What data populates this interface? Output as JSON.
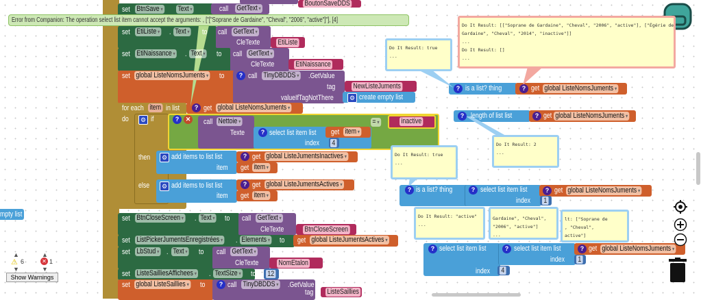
{
  "error_tooltip": "Error from Companion: The operation select list item cannot accept the arguments: , [\"[\"Soprane de Gardaine\", \"Cheval\", \"2006\", \"active\"]\"], [4]",
  "kw": {
    "set": "set",
    "to": "to",
    "call": "call",
    "get": "get",
    "dot": ".",
    "cletexte": "CleTexte",
    "tag": "tag",
    "valueIfTagNotThere": "valueIfTagNotThere",
    "for_each": "for each",
    "in_list": "in list",
    "do": "do",
    "if": "if",
    "then": "then",
    "else": "else",
    "texte": "Texte",
    "select_list_item": "select list item  list",
    "index": "index",
    "add_items": "add items to list   list",
    "item": "item",
    "is_a_list": "is a list?  thing",
    "length_of_list": "length of list   list",
    "create_empty_list": "create empty list",
    "getvalue": ".GetValue",
    "eq": "="
  },
  "rows": {
    "btnsave": {
      "component": "BtnSave",
      "prop": "Text",
      "proc": "GetText",
      "top_string": "BoutonSaveDDS"
    },
    "etiliste": {
      "component": "EtiListe",
      "prop": "Text",
      "proc": "GetText",
      "string": "EtiListe"
    },
    "etinaissance": {
      "component": "EtiNaissance",
      "prop": "Text",
      "proc": "GetText",
      "string": "EtiNaissance"
    },
    "listenoms": {
      "var": "global ListeNomsJuments",
      "db": "TinyDBDDS",
      "tag": "NewListeJuments"
    },
    "foreach": {
      "var": "item",
      "list": "global ListeNomsJuments",
      "proc": "Nettoie",
      "index": "4",
      "compare": "inactive",
      "then_list": "global ListeJumentsInactives",
      "else_list": "global ListeJumentsActives",
      "item_var": "item"
    },
    "btnclose": {
      "component": "BtnCloseScreen",
      "prop": "Text",
      "proc": "GetText",
      "string": "BtnCloseScreen"
    },
    "listpicker": {
      "component": "ListPickerJumentsEnregistrées",
      "prop": "Elements",
      "var": "global ListeJumentsActives"
    },
    "lbstud": {
      "component": "LbStud",
      "prop": "Text",
      "proc": "GetText",
      "string": "NomEtalon"
    },
    "saillies_aff": {
      "component": "ListeSailliesAffichees",
      "prop": "TextSize",
      "value": "12"
    },
    "saillies": {
      "var": "global ListeSaillies",
      "db": "TinyDBDDS",
      "tag": "ListeSaillies"
    }
  },
  "left_fragment": "mpty list",
  "right": {
    "var": "global ListeNomsJuments",
    "index1": "1",
    "index4": "4",
    "c1": [
      "Do It Result: true",
      "..."
    ],
    "c2": [
      "Do It Result: [[\"Soprane de Gardaine\", \"Cheval\", \"2006\", \"active\"], [\"Égérie de",
      "Gardaine\", \"Cheval\", \"2014\", \"inactive\"]]",
      "...",
      "Do It Result: []",
      "..."
    ],
    "c3": [
      "Do It Result: 2",
      "..."
    ],
    "c4": [
      "Do It Result: true",
      "..."
    ],
    "c5": [
      "Do It Result: \"active\"",
      "..."
    ],
    "c6": [
      "Gardaine\", \"Cheval\",",
      "\"2006\", \"active\"]",
      "..."
    ],
    "c7": [
      "lt: [\"Soprane de",
      ", \"Cheval\",",
      "active\"]"
    ]
  },
  "warnings": {
    "warning_count": "6",
    "error_count": "1",
    "button": "Show Warnings"
  },
  "colors": {
    "set": "#2c6a42",
    "procedure": "#7b5590",
    "variable": "#cf5f2c",
    "text": "#b02b5c",
    "list": "#4aa0d8",
    "control": "#b08e36",
    "logic": "#75a843"
  }
}
